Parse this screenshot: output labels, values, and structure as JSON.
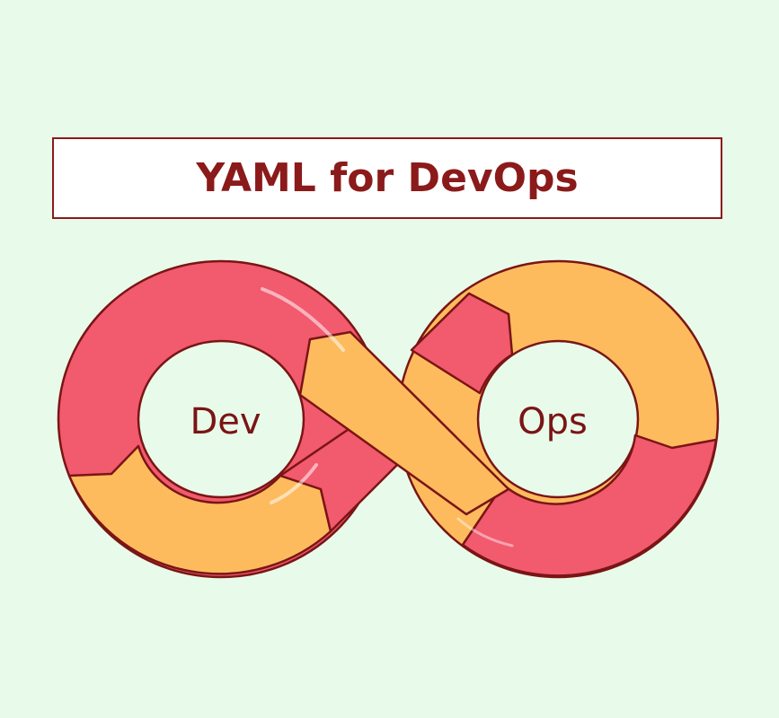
{
  "title": "YAML for DevOps",
  "labels": {
    "left_loop": "Dev",
    "right_loop": "Ops"
  },
  "colors": {
    "background": "#e8fbea",
    "title_text": "#8b1a1a",
    "title_border": "#8b1a1a",
    "outline": "#7a1515",
    "red_segment": "#f25a6e",
    "orange_segment": "#fdbb5e"
  }
}
